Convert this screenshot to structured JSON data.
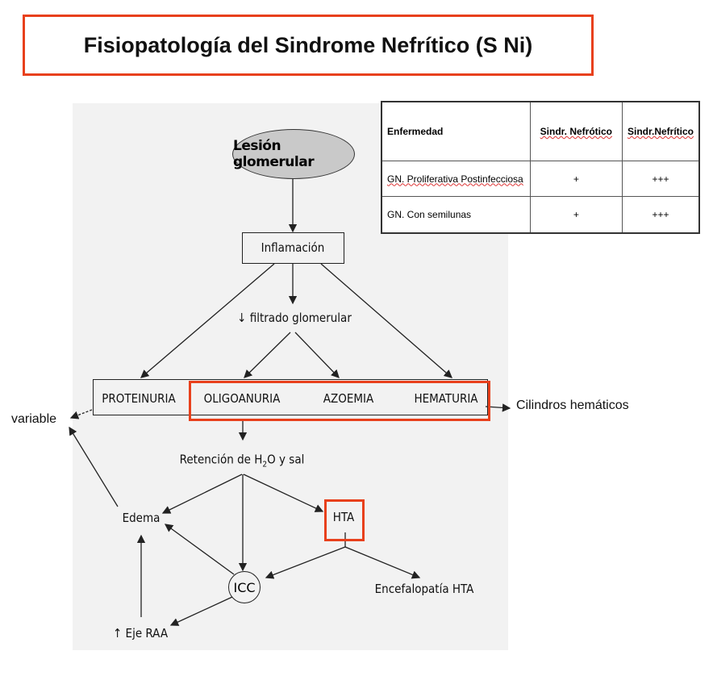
{
  "title": "Fisiopatología del Sindrome Nefrítico (S Ni)",
  "diagram": {
    "lesion": "Lesión glomerular",
    "inflamacion": "Inflamación",
    "filtrado": "↓ filtrado glomerular",
    "proteinuria": "PROTEINURIA",
    "oligoanuria": "OLIGOANURIA",
    "azoemia": "AZOEMIA",
    "hematuria": "HEMATURIA",
    "variable": "variable",
    "cilindros": "Cilindros hemáticos",
    "retencion_pre": "Retención de H",
    "retencion_sub": "2",
    "retencion_post": "O y sal",
    "edema": "Edema",
    "hta": "HTA",
    "icc": "ICC",
    "encefalopatia": "Encefalopatía HTA",
    "eje_raa": "↑ Eje RAA"
  },
  "table": {
    "headers": [
      "Enfermedad",
      "Sindr. Nefrótico",
      "Sindr.Nefrítico"
    ],
    "rows": [
      [
        "GN. Proliferativa Postinfecciosa",
        "+",
        "+++"
      ],
      [
        "GN. Con semilunas",
        "+",
        "+++"
      ]
    ]
  },
  "colors": {
    "highlight": "#e8401c"
  }
}
